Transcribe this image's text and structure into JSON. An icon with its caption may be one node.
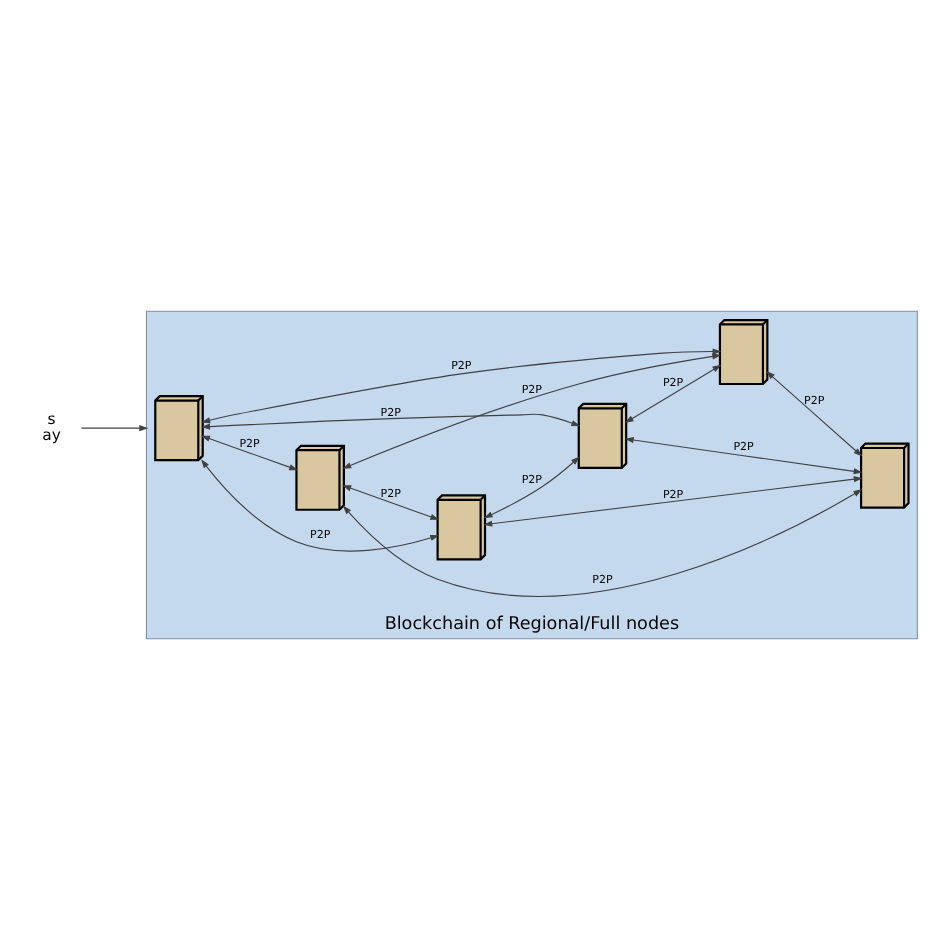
{
  "diagram": {
    "nodes": [
      {
        "text": [
          "s",
          "ay"
        ]
      },
      {
        "text": [
          "Blockchain of Regional/Full nodes"
        ]
      },
      {
        "text": [],
        "shape": "server",
        "in": 1
      },
      {
        "text": [],
        "shape": "server",
        "in": 1
      },
      {
        "text": [],
        "shape": "server",
        "in": 1
      },
      {
        "text": [],
        "shape": "server",
        "in": 1
      },
      {
        "text": [],
        "shape": "server",
        "in": 1
      },
      {
        "text": [],
        "shape": "server",
        "in": 1
      }
    ],
    "edges": [
      {
        "from": 0,
        "to": 1,
        "arrow": "to"
      },
      {
        "from": 2,
        "to": 3,
        "arrow": "both",
        "label": "P2P"
      },
      {
        "from": 2,
        "to": 4,
        "arrow": "both",
        "label": "P2P"
      },
      {
        "from": 3,
        "to": 4,
        "arrow": "both",
        "label": "P2P"
      },
      {
        "from": 2,
        "to": 5,
        "arrow": "both",
        "label": "P2P"
      },
      {
        "from": 2,
        "to": 6,
        "arrow": "both",
        "label": "P2P"
      },
      {
        "from": 3,
        "to": 5,
        "arrow": "both",
        "label": "P2P"
      },
      {
        "from": 3,
        "to": 7,
        "arrow": "both",
        "label": "P2P"
      },
      {
        "from": 4,
        "to": 7,
        "arrow": "both",
        "label": "P2P"
      },
      {
        "from": 4,
        "to": 6,
        "arrow": "both",
        "label": "P2P"
      },
      {
        "from": 6,
        "to": 5,
        "arrow": "both",
        "label": "P2P"
      },
      {
        "from": 6,
        "to": 7,
        "arrow": "both",
        "label": "P2P"
      },
      {
        "from": 5,
        "to": 7,
        "arrow": "both",
        "label": "P2P"
      }
    ]
  }
}
